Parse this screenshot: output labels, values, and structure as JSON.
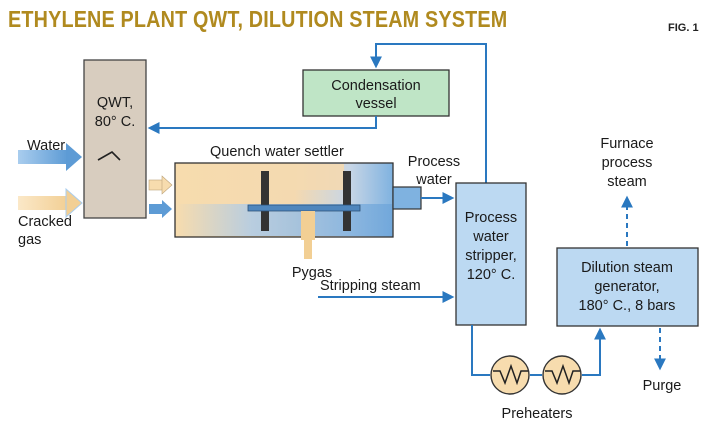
{
  "title": "ETHYLENE PLANT QWT, DILUTION STEAM SYSTEM",
  "fig_label": "FIG. 1",
  "colors": {
    "title": "#b08a1f",
    "flow": "#2a78c0",
    "flow_light": "#7fb2e0",
    "vessel_blue": "#bcd9f2",
    "qwt_fill": "#d8cdbf",
    "condensation_fill": "#bfe5c6",
    "feed_tan": "#f7dcae",
    "dark_internal": "#333333"
  },
  "qwt": {
    "line1": "QWT,",
    "line2": "80° C."
  },
  "condensation": {
    "line1": "Condensation",
    "line2": "vessel"
  },
  "settler": {
    "label": "Quench water settler"
  },
  "inputs": {
    "water": "Water",
    "cracked_line1": "Cracked",
    "cracked_line2": "gas"
  },
  "pygas": "Pygas",
  "process_water": {
    "line1": "Process",
    "line2": "water"
  },
  "stripper": {
    "line1": "Process",
    "line2": "water",
    "line3": "stripper,",
    "line4": "120° C."
  },
  "stripping_steam": "Stripping steam",
  "generator": {
    "line1": "Dilution steam",
    "line2": "generator,",
    "line3": "180° C., 8 bars"
  },
  "furnace_steam": {
    "line1": "Furnace",
    "line2": "process",
    "line3": "steam"
  },
  "purge": "Purge",
  "preheaters": "Preheaters"
}
